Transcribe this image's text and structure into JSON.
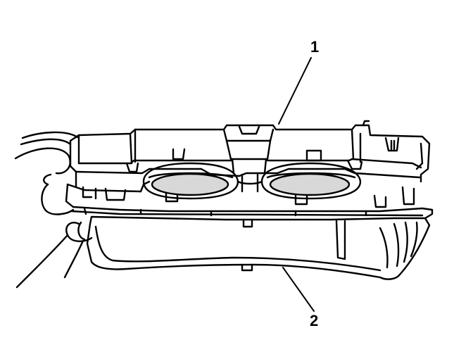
{
  "callouts": [
    {
      "id": "1",
      "label": "1"
    },
    {
      "id": "2",
      "label": "2"
    }
  ],
  "colors": {
    "ink": "#000000",
    "paper": "#ffffff",
    "tint": "#d8d8d8"
  }
}
